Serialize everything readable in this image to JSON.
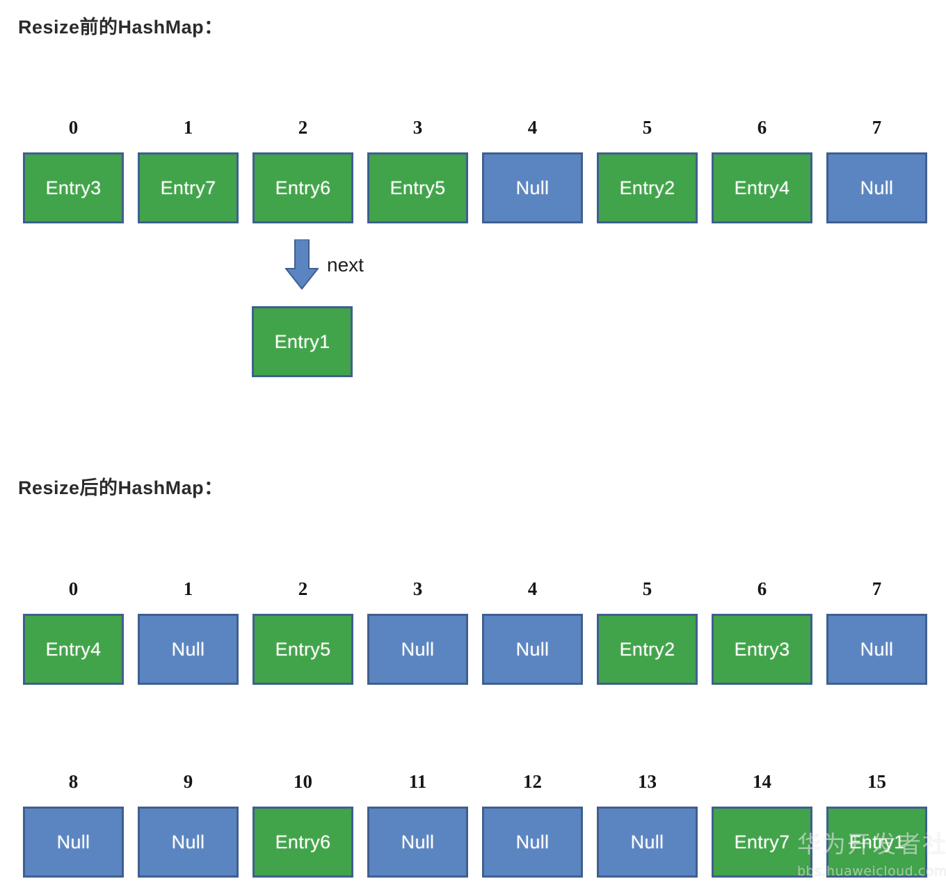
{
  "sections": {
    "before": {
      "title": "Resize前的HashMap：",
      "buckets": [
        {
          "index": "0",
          "value": "Entry3",
          "kind": "entry"
        },
        {
          "index": "1",
          "value": "Entry7",
          "kind": "entry"
        },
        {
          "index": "2",
          "value": "Entry6",
          "kind": "entry"
        },
        {
          "index": "3",
          "value": "Entry5",
          "kind": "entry"
        },
        {
          "index": "4",
          "value": "Null",
          "kind": "null"
        },
        {
          "index": "5",
          "value": "Entry2",
          "kind": "entry"
        },
        {
          "index": "6",
          "value": "Entry4",
          "kind": "entry"
        },
        {
          "index": "7",
          "value": "Null",
          "kind": "null"
        }
      ],
      "chain": {
        "from_index": "2",
        "arrow_label": "next",
        "node": {
          "value": "Entry1",
          "kind": "entry"
        }
      }
    },
    "after": {
      "title": "Resize后的HashMap：",
      "buckets_low": [
        {
          "index": "0",
          "value": "Entry4",
          "kind": "entry"
        },
        {
          "index": "1",
          "value": "Null",
          "kind": "null"
        },
        {
          "index": "2",
          "value": "Entry5",
          "kind": "entry"
        },
        {
          "index": "3",
          "value": "Null",
          "kind": "null"
        },
        {
          "index": "4",
          "value": "Null",
          "kind": "null"
        },
        {
          "index": "5",
          "value": "Entry2",
          "kind": "entry"
        },
        {
          "index": "6",
          "value": "Entry3",
          "kind": "entry"
        },
        {
          "index": "7",
          "value": "Null",
          "kind": "null"
        }
      ],
      "buckets_high": [
        {
          "index": "8",
          "value": "Null",
          "kind": "null"
        },
        {
          "index": "9",
          "value": "Null",
          "kind": "null"
        },
        {
          "index": "10",
          "value": "Entry6",
          "kind": "entry"
        },
        {
          "index": "11",
          "value": "Null",
          "kind": "null"
        },
        {
          "index": "12",
          "value": "Null",
          "kind": "null"
        },
        {
          "index": "13",
          "value": "Null",
          "kind": "null"
        },
        {
          "index": "14",
          "value": "Entry7",
          "kind": "entry"
        },
        {
          "index": "15",
          "value": "Entry1",
          "kind": "entry"
        }
      ]
    }
  },
  "watermark": {
    "main": "华为开发者社区",
    "sub": "bbs.huaweicloud.com"
  },
  "colors": {
    "entry_fill": "#41a34a",
    "null_fill": "#5b85c0",
    "box_border": "#3f5f8f",
    "arrow": "#5b85c0",
    "arrow_border": "#3f5f8f",
    "text_dark": "#2b2b2b",
    "box_text": "#ffffff"
  }
}
